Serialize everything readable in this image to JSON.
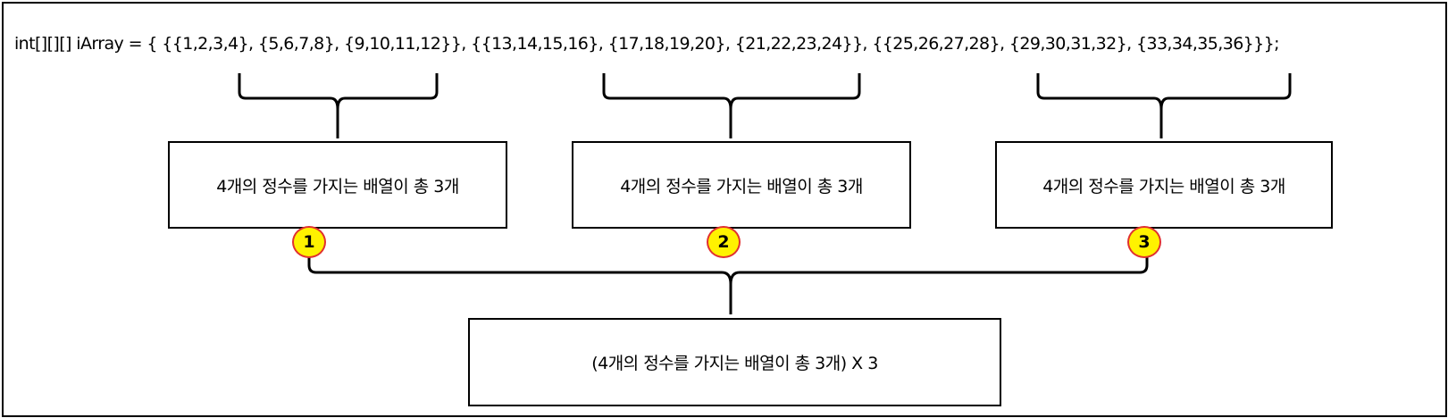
{
  "code_line": "int[][][] iArray = { {{1,2,3,4}, {5,6,7,8}, {9,10,11,12}}, {{13,14,15,16}, {17,18,19,20}, {21,22,23,24}}, {{25,26,27,28}, {29,30,31,32}, {33,34,35,36}}};",
  "groups": [
    {
      "label": "4개의 정수를 가지는 배열이 총 3개",
      "badge": "1"
    },
    {
      "label": "4개의 정수를 가지는 배열이 총 3개",
      "badge": "2"
    },
    {
      "label": "4개의 정수를 가지는 배열이 총 3개",
      "badge": "3"
    }
  ],
  "summary_label": "(4개의 정수를 가지는 배열이 총 3개) X 3",
  "colors": {
    "badge_fill": "#fff200",
    "badge_border": "#e03030",
    "line": "#000000"
  }
}
